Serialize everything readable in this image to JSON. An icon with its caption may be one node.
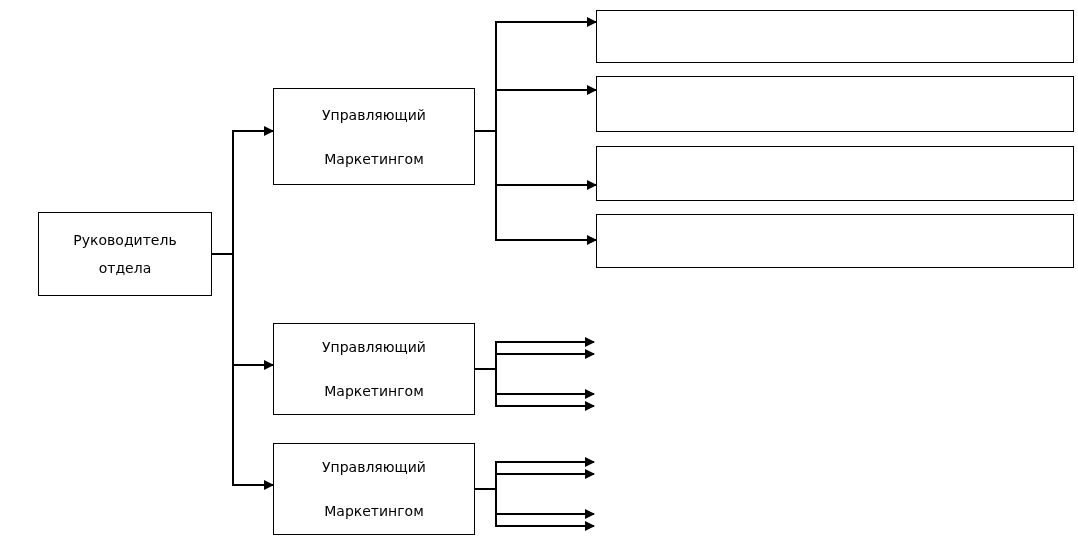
{
  "diagram": {
    "nodes": [
      {
        "text": [
          "Руководитель отдела"
        ]
      },
      {
        "text": [
          "Управляющий Маркетингом"
        ]
      },
      {
        "text": [],
        "shape": "box"
      },
      {
        "text": [],
        "shape": "box"
      },
      {
        "text": [],
        "shape": "box"
      },
      {
        "text": [],
        "shape": "box"
      },
      {
        "text": [
          "Управляющий Маркетингом"
        ]
      },
      {
        "text": [
          "Управляющий Маркетингом"
        ]
      }
    ],
    "edges": [
      {
        "from": 0,
        "to": 1,
        "arrow": "to"
      },
      {
        "from": 0,
        "to": 6,
        "arrow": "to"
      },
      {
        "from": 0,
        "to": 7,
        "arrow": "to"
      },
      {
        "from": 1,
        "to": 2,
        "arrow": "to"
      },
      {
        "from": 1,
        "to": 3,
        "arrow": "to"
      },
      {
        "from": 1,
        "to": 4,
        "arrow": "to"
      },
      {
        "from": 1,
        "to": 5,
        "arrow": "to"
      },
      {
        "from": 6,
        "to": null,
        "arrow": "to"
      },
      {
        "from": 6,
        "to": null,
        "arrow": "to"
      },
      {
        "from": 6,
        "to": null,
        "arrow": "to"
      },
      {
        "from": 6,
        "to": null,
        "arrow": "to"
      },
      {
        "from": 7,
        "to": null,
        "arrow": "to"
      },
      {
        "from": 7,
        "to": null,
        "arrow": "to"
      },
      {
        "from": 7,
        "to": null,
        "arrow": "to"
      },
      {
        "from": 7,
        "to": null,
        "arrow": "to"
      }
    ]
  }
}
